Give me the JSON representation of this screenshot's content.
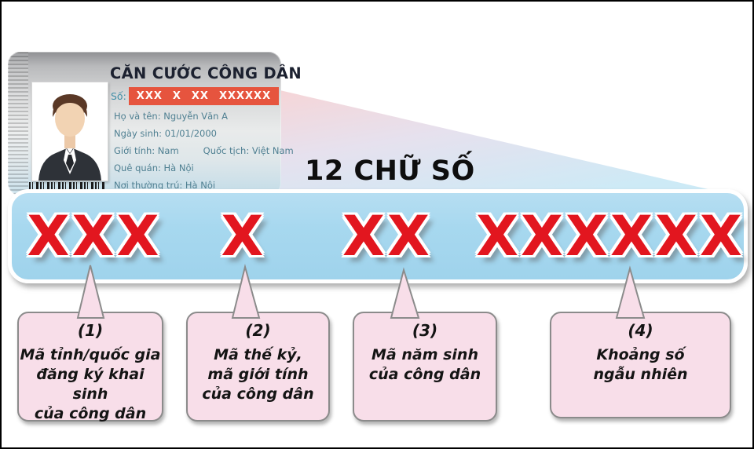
{
  "card": {
    "title": "CĂN CƯỚC CÔNG DÂN",
    "number_label": "Số:",
    "number_groups": [
      "XXX",
      "X",
      "XX",
      "XXXXXX"
    ],
    "fields": {
      "name": "Họ và tên: Nguyễn Văn A",
      "dob": "Ngày sinh: 01/01/2000",
      "gender": "Giới tính: Nam",
      "nationality": "Quốc tịch: Việt Nam",
      "hometown": "Quê quán: Hà Nội",
      "residence": "Nơi thường trú: Hà Nội"
    }
  },
  "headline": "12 CHỮ SỐ",
  "digit_groups": [
    "XXX",
    "X",
    "XX",
    "XXXXXX"
  ],
  "callouts": [
    {
      "number": "(1)",
      "lines": [
        "Mã tỉnh/quốc gia",
        "đăng ký khai sinh",
        "của công dân"
      ]
    },
    {
      "number": "(2)",
      "lines": [
        "Mã thế kỷ,",
        "mã giới tính",
        "của công dân"
      ]
    },
    {
      "number": "(3)",
      "lines": [
        "Mã năm sinh",
        "của công dân"
      ]
    },
    {
      "number": "(4)",
      "lines": [
        "Khoảng số",
        "ngẫu nhiên"
      ]
    }
  ],
  "colors": {
    "digit_red": "#e2161f",
    "bar_blue": "#a7d8ef",
    "callout_pink": "#f8dee9",
    "number_highlight": "#e6543e",
    "card_field_teal": "#4e7f91"
  }
}
